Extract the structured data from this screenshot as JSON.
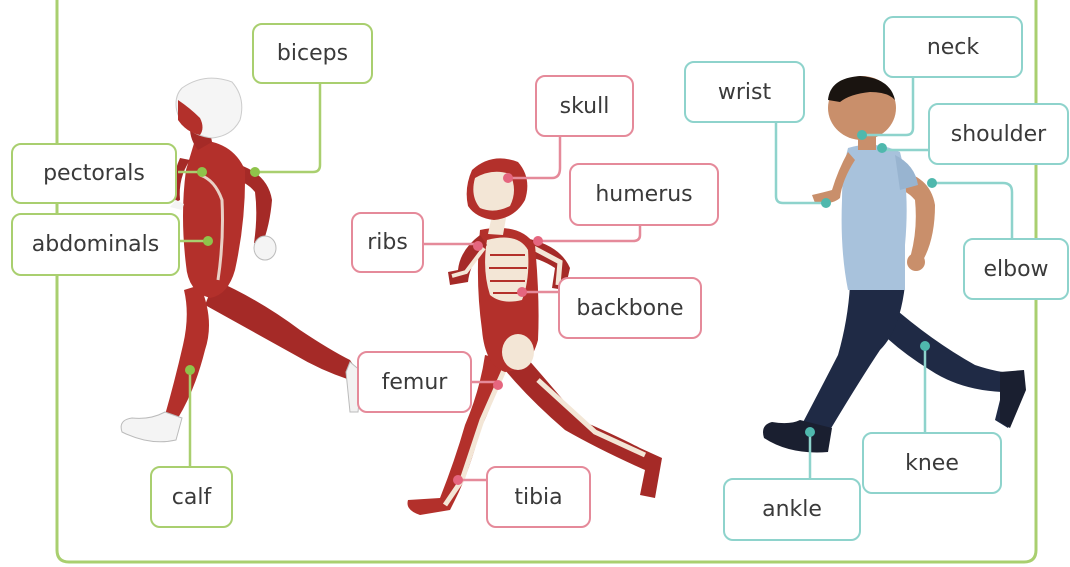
{
  "colors": {
    "frame": "#a9cf6f",
    "muscle_labels": "#a9cf6f",
    "skeleton_labels": "#e58a9a",
    "body_labels": "#8ed3cc",
    "muscle": "#b3302b",
    "bone": "#f3e6d6",
    "shirt": "#a8c2dc",
    "jeans": "#1f2a45"
  },
  "figures": {
    "muscle": "muscle-runner-illustration",
    "skeleton": "skeleton-runner-illustration",
    "boy": "boy-running-photo"
  },
  "labels": {
    "muscles": {
      "biceps": "biceps",
      "pectorals": "pectorals",
      "abdominals": "abdominals",
      "calf": "calf"
    },
    "skeleton": {
      "skull": "skull",
      "humerus": "humerus",
      "ribs": "ribs",
      "backbone": "backbone",
      "femur": "femur",
      "tibia": "tibia"
    },
    "body": {
      "wrist": "wrist",
      "neck": "neck",
      "shoulder": "shoulder",
      "elbow": "elbow",
      "knee": "knee",
      "ankle": "ankle"
    }
  }
}
